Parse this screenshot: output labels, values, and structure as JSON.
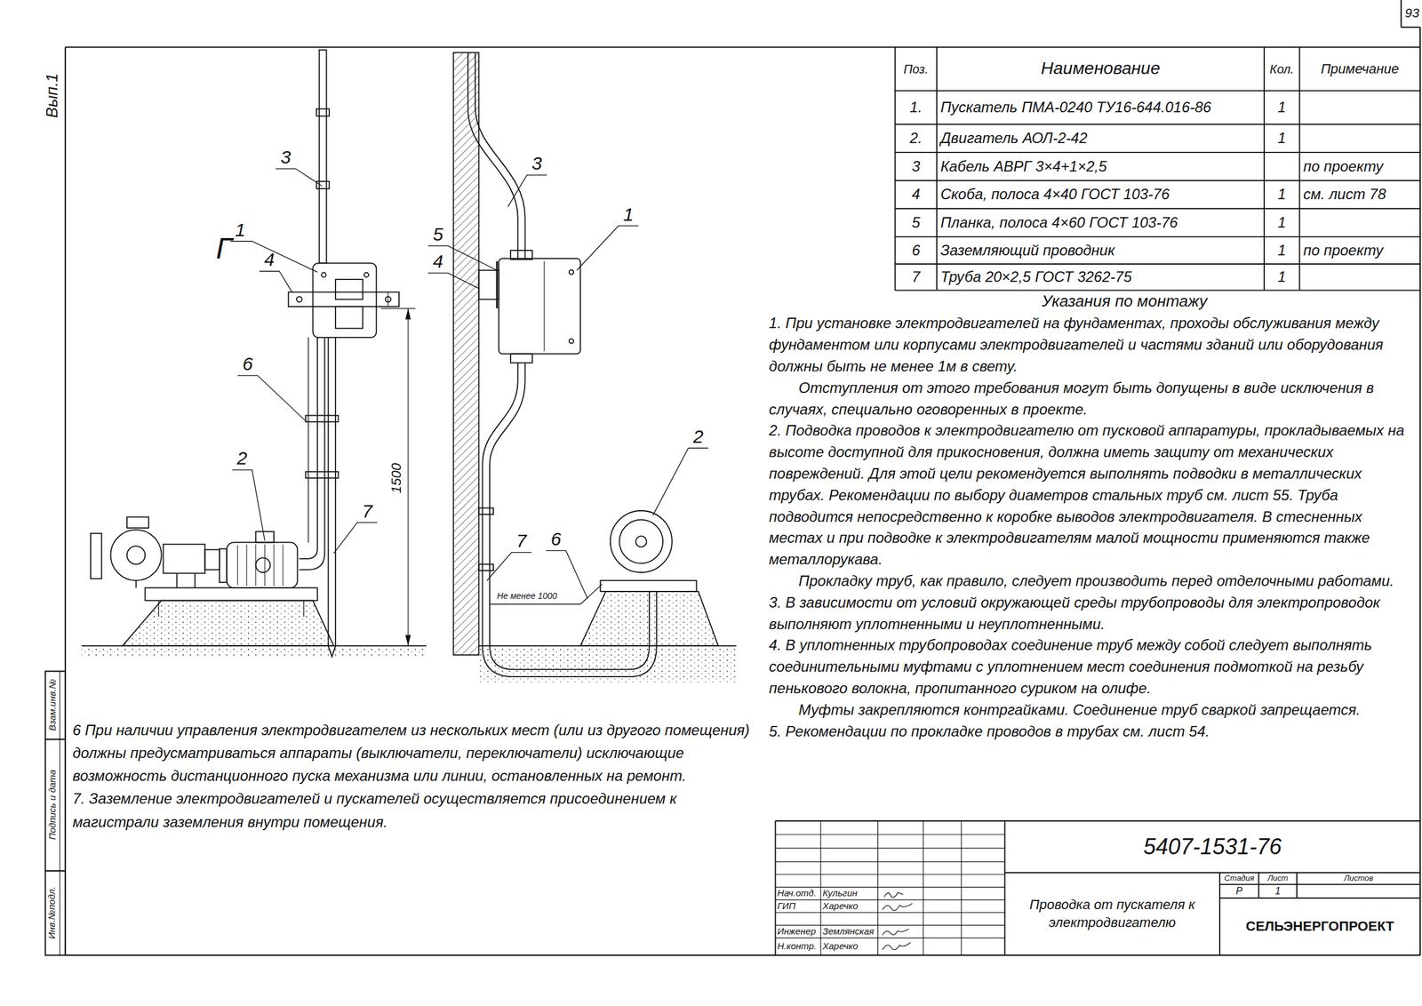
{
  "diagram": {
    "labels": [
      "93",
      "Вып.1",
      "Взам.инв.№",
      "Подпись и дата",
      "Инв.№подл.",
      "3",
      "1",
      "4",
      "6",
      "2",
      "7",
      "1500",
      "Г",
      "3",
      "5",
      "4",
      "1",
      "2",
      "7",
      "6",
      "Не менее 1000",
      "Поз.",
      "Наименование",
      "Кол.",
      "Примечание",
      "1.",
      "Пускатель ПМА-0240 ТУ16-644.016-86",
      "1",
      "2.",
      "Двигатель АОЛ-2-42",
      "1",
      "3",
      "Кабель АВРГ 3×4+1×2,5",
      "по проекту",
      "4",
      "Скоба, полоса 4×40 ГОСТ 103-76",
      "1",
      "см. лист 78",
      "5",
      "Планка, полоса 4×60 ГОСТ 103-76",
      "1",
      "6",
      "Заземляющий проводник",
      "1",
      "по проекту",
      "7",
      "Труба 20×2,5 ГОСТ 3262-75",
      "1",
      "Указания по монтажу",
      "1. При установке электродвигателей на фундаментах, проходы обслуживания между фундаментом или корпусами электродвигателей и частями зданий или оборудования должны быть не менее 1м в свету.",
      "Отступления от этого требования могут быть допущены в виде исключения в случаях, специально оговоренных в проекте.",
      "2. Подводка проводов к электродвигателю от пусковой аппаратуры, прокладываемых на высоте доступной для прикосновения, должна иметь защиту от механических повреждений. Для этой цели рекомендуется выполнять подводки в металлических трубах. Рекомендации по выбору диаметров стальных труб см. лист 55. Труба подводится непосредственно к коробке выводов электродвигателя. В стесненных местах и при подводке к электродвигателям малой мощности применяются также металлорукава.",
      "Прокладку труб, как правило, следует производить перед отделочными работами.",
      "3. В зависимости от условий окружающей среды трубопроводы для электропроводок выполняют уплотненными и неуплотненными.",
      "4. В уплотненных трубопроводах соединение труб между собой следует выполнять соединительными муфтами с уплотнением мест соединения подмоткой на резьбу пенькового волокна, пропитанного суриком на олифе.",
      "Муфты закрепляются контргайками. Соединение труб сваркой запрещается.",
      "5. Рекомендации по прокладке проводов в трубах см. лист 54.",
      "6 При наличии управления электродвигателем из нескольких мест (или из другого помещения) должны предусматриваться аппараты (выключатели, переключатели) исключающие возможность дистанционного пуска механизма или линии, остановленных на ремонт.",
      "7. Заземление электродвигателей и пускателей осуществляется присоединением к магистрали заземления внутри помещения.",
      "5407-1531-76",
      "Нач.отд.",
      "Кульгин",
      "ГИП",
      "Харечко",
      "Инженер",
      "Землянская",
      "Н.контр.",
      "Харечко",
      "Проводка от пускателя к электродвигателю",
      "Стадия",
      "Лист",
      "Листов",
      "Р",
      "1",
      "СЕЛЬЭНЕРГОПРОЕКТ"
    ]
  }
}
